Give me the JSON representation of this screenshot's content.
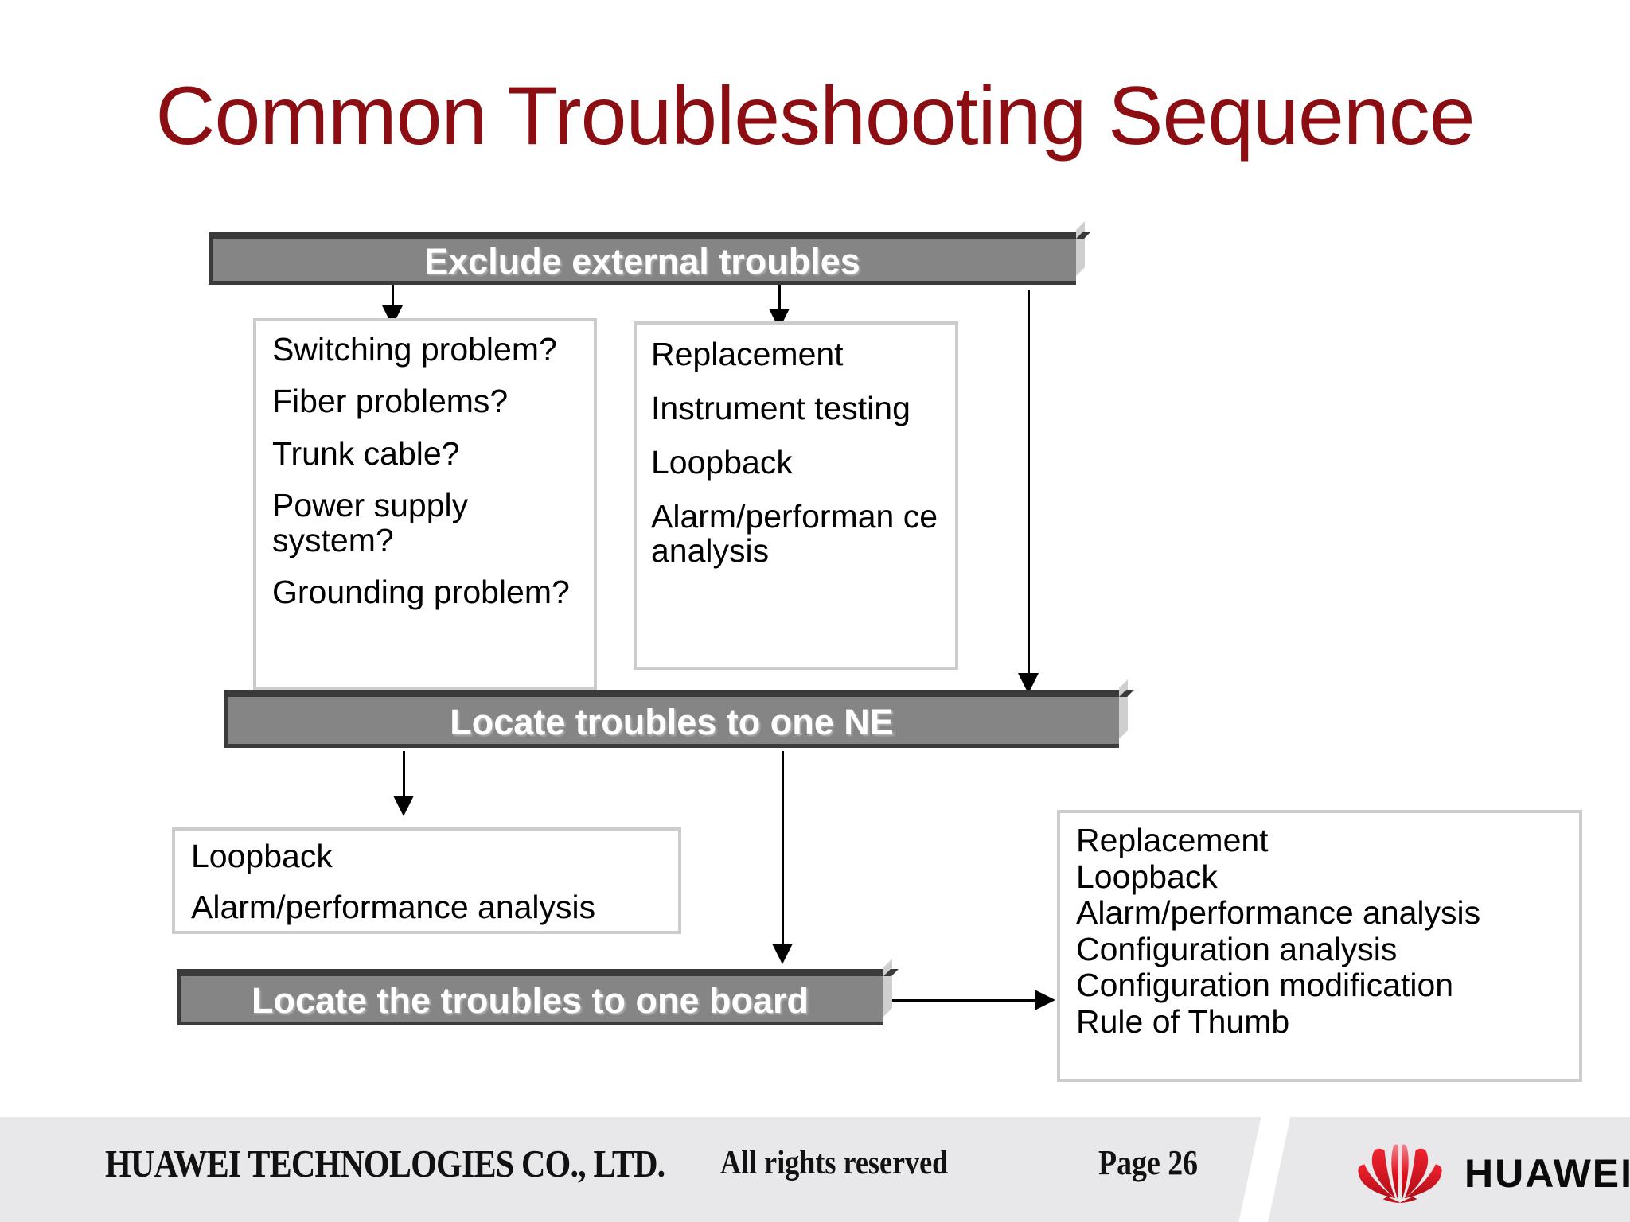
{
  "slide": {
    "title": "Common Troubleshooting Sequence",
    "title_color": "#8C0E12",
    "background": "#FFFFFF"
  },
  "flow": {
    "bar_color": "#858585",
    "bar_text_color": "#FFFFFF",
    "box_border_color": "#CCCCCC",
    "connector_color": "#000000",
    "bars": [
      {
        "id": "exclude-external-troubles",
        "label": "Exclude external troubles"
      },
      {
        "id": "locate-troubles-to-one-ne",
        "label": "Locate troubles to one NE"
      },
      {
        "id": "locate-the-troubles-to-one-board",
        "label": "Locate the troubles to one board"
      }
    ],
    "boxes": [
      {
        "id": "external-checks",
        "lines": [
          "Switching problem?",
          "Fiber problems?",
          "Trunk cable?",
          "Power supply system?",
          "Grounding problem?"
        ]
      },
      {
        "id": "external-methods",
        "lines": [
          "Replacement",
          "Instrument testing",
          "Loopback",
          "Alarm/performan ce analysis"
        ]
      },
      {
        "id": "ne-methods",
        "lines": [
          "Loopback",
          "Alarm/performance analysis"
        ]
      },
      {
        "id": "board-methods",
        "lines": [
          "Replacement",
          "Loopback",
          "Alarm/performance analysis",
          "Configuration analysis",
          "Configuration modification",
          "Rule of Thumb"
        ]
      }
    ]
  },
  "footer": {
    "company": "HUAWEI TECHNOLOGIES CO., LTD.",
    "rights": "All rights reserved",
    "page": "Page 26",
    "logo_text": "HUAWEI",
    "logo_color": "#E2001A",
    "band_color": "#E8E8EA"
  }
}
